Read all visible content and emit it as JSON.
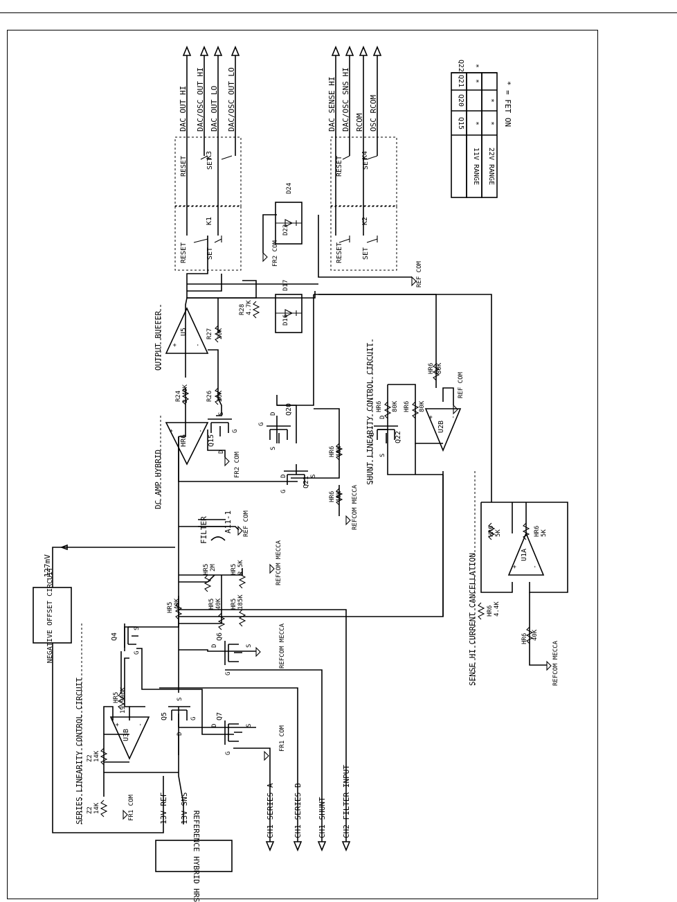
{
  "boxes": {
    "reference": "REFERENCE HYBRID HRS",
    "negative_offset": "NEGATIVE OFFSET CIRCUIT"
  },
  "sections": {
    "series": "SERIES LINEARITY CONTROL CIRCUIT",
    "dc_amp": "DC AMP HYBRID",
    "output_buffer": "OUTPUT BUFFER",
    "shunt": "SHUNT LINEARITY CONTROL CIRCUIT",
    "sense": "SENSE HI CURRENT CANCELLATION"
  },
  "signals": {
    "ref13": "13V REF",
    "sns13": "13V SNS",
    "neg_mv": "-127mV",
    "filter": "FILTER",
    "a11": "A11-1"
  },
  "inputs": [
    "CH1 SERIES A",
    "CH1 SERIES B",
    "CH1 SHUNT",
    "CH2 FILTER INPUT"
  ],
  "outputs_group1": [
    "DAC OUT HI",
    "DAC/OSC OUT HI",
    "DAC OUT LO",
    "DAC/OSC OUT LO"
  ],
  "outputs_group2": [
    "DAC SENSE HI",
    "DAC/OSC SNS HI",
    "RCOM",
    "OSC RCOM"
  ],
  "amps": {
    "u3b": "U3B",
    "hr6": "HR6",
    "u5": "U5",
    "u2b": "U2B",
    "u1a": "U1A"
  },
  "plus": "+",
  "minus": "-",
  "fets": {
    "q4": "Q4",
    "q5": "Q5",
    "q6": "Q6",
    "q7": "Q7",
    "q15": "Q15",
    "q20": "Q20",
    "q21": "Q21",
    "q22": "Q22"
  },
  "pins": {
    "d": "D",
    "s": "S",
    "g": "G"
  },
  "resistors": [
    {
      "ref": "Z2",
      "val": "14K"
    },
    {
      "ref": "Z2",
      "val": "14K"
    },
    {
      "ref": "HR5",
      "val": "19.996K"
    },
    {
      "ref": "HR5",
      "val": "40K"
    },
    {
      "ref": "HR5",
      "val": "40K"
    },
    {
      "ref": "HR5",
      "val": "185K"
    },
    {
      "ref": "HR5",
      "val": "2M"
    },
    {
      "ref": "HR5",
      "val": "2.5K"
    },
    {
      "ref": "R24",
      "val": "2.49K"
    },
    {
      "ref": "R26",
      "val": "20K"
    },
    {
      "ref": "R27",
      "val": "20K"
    },
    {
      "ref": "R28",
      "val": "4.7K"
    },
    {
      "ref": "HR6",
      "val": "40K"
    },
    {
      "ref": "HR6",
      "val": "40K"
    },
    {
      "ref": "HR6",
      "val": "80K"
    },
    {
      "ref": "HR6",
      "val": "80K"
    },
    {
      "ref": "HR6",
      "val": "80K"
    },
    {
      "ref": "HR6",
      "val": "5K"
    },
    {
      "ref": "HR6",
      "val": "5K"
    },
    {
      "ref": "HR6",
      "val": "4.4K"
    },
    {
      "ref": "HR6",
      "val": "40K"
    }
  ],
  "grounds": {
    "fr1com": "FR1 COM",
    "fr2com": "FR2 COM",
    "refcom": "REF COM",
    "refcom_mecca": "REFCOM MECCA"
  },
  "relays": {
    "k1": "K1",
    "k2": "K2",
    "k3": "K3",
    "k4": "K4",
    "reset": "RESET",
    "set": "SET"
  },
  "diodes": {
    "d16": "D16",
    "d17": "D17",
    "d23": "D23",
    "d24": "D24"
  },
  "fet_table": {
    "headers": [
      "Q15",
      "Q20",
      "Q21",
      "Q22"
    ],
    "rows": [
      {
        "label": "11V RANGE",
        "marks": [
          "*",
          "",
          "*",
          "*"
        ]
      },
      {
        "label": "22V RANGE",
        "marks": [
          "*",
          "*",
          "",
          ""
        ]
      }
    ],
    "legend": "* = FET ON"
  }
}
